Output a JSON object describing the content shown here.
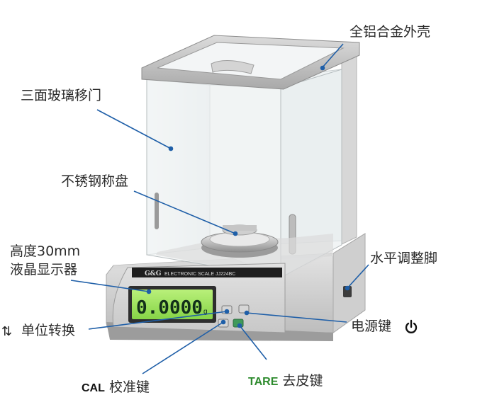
{
  "labels": {
    "shell": "全铝合金外壳",
    "sliding_doors": "三面玻璃移门",
    "weighing_pan": "不锈钢称盘",
    "lcd_line1": "高度30mm",
    "lcd_line2": "液晶显示器",
    "leveling_feet": "水平调整脚",
    "unit_switch": "单位转换",
    "power_key": "电源键",
    "tare_prefix": "TARE",
    "tare_key": "去皮键",
    "cal_prefix": "CAL",
    "cal_key": "校准键"
  },
  "device": {
    "brand": "G&G",
    "model_text": "ELECTRONIC  SCALE  JJ224BC",
    "display_reading": "0.0000",
    "display_unit": "g"
  },
  "colors": {
    "callout_line": "#1f5fa8",
    "lcd_green": "#9fe45a",
    "tare_green": "#2e8b2e"
  }
}
